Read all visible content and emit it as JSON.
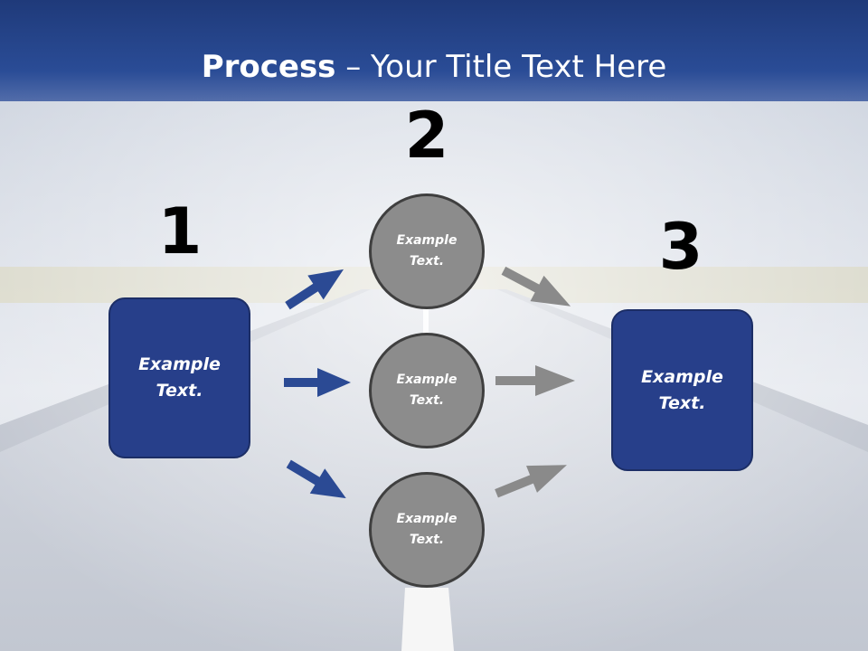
{
  "title": {
    "bold": "Process",
    "rest": " – Your Title Text Here"
  },
  "steps": {
    "one": "1",
    "two": "2",
    "three": "3"
  },
  "left_box": {
    "line1": "Example",
    "line2": "Text."
  },
  "right_box": {
    "line1": "Example",
    "line2": "Text."
  },
  "circles": [
    {
      "line1": "Example",
      "line2": "Text."
    },
    {
      "line1": "Example",
      "line2": "Text."
    },
    {
      "line1": "Example",
      "line2": "Text."
    }
  ],
  "colors": {
    "header": "#2a4c96",
    "box": "#273f8a",
    "circle": "#8c8c8c",
    "arrow_blue": "#2b4a94",
    "arrow_gray": "#8a8a8a"
  }
}
